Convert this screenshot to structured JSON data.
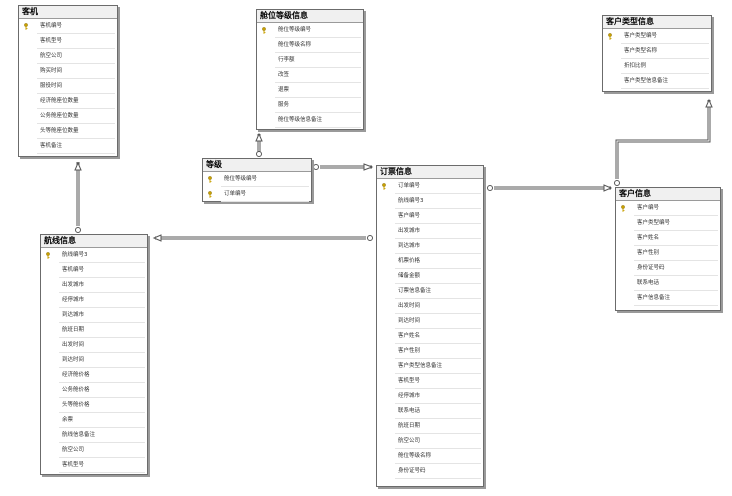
{
  "tables": {
    "kehji": {
      "title": "客机",
      "columns": [
        {
          "name": "客机编号",
          "key": true
        },
        {
          "name": "客机型号",
          "key": false
        },
        {
          "name": "航空公司",
          "key": false
        },
        {
          "name": "购买时间",
          "key": false
        },
        {
          "name": "服役时间",
          "key": false
        },
        {
          "name": "经济舱座位数量",
          "key": false
        },
        {
          "name": "公务舱座位数量",
          "key": false
        },
        {
          "name": "头等舱座位数量",
          "key": false
        },
        {
          "name": "客机备注",
          "key": false
        }
      ]
    },
    "cangwei": {
      "title": "舱位等级信息",
      "columns": [
        {
          "name": "舱位等级编号",
          "key": true
        },
        {
          "name": "舱位等级名称",
          "key": false
        },
        {
          "name": "行李额",
          "key": false
        },
        {
          "name": "改签",
          "key": false
        },
        {
          "name": "退票",
          "key": false
        },
        {
          "name": "服务",
          "key": false
        },
        {
          "name": "舱位等级信息备注",
          "key": false
        }
      ]
    },
    "kehuleixing": {
      "title": "客户类型信息",
      "columns": [
        {
          "name": "客户类型编号",
          "key": true
        },
        {
          "name": "客户类型名称",
          "key": false
        },
        {
          "name": "折扣比例",
          "key": false
        },
        {
          "name": "客户类型信息备注",
          "key": false
        }
      ]
    },
    "dengji": {
      "title": "等级",
      "columns": [
        {
          "name": "舱位等级编号",
          "key": true
        },
        {
          "name": "订单编号",
          "key": true
        }
      ]
    },
    "dingpiao": {
      "title": "订票信息",
      "columns": [
        {
          "name": "订单编号",
          "key": true
        },
        {
          "name": "航线编号3",
          "key": false
        },
        {
          "name": "客户编号",
          "key": false
        },
        {
          "name": "出发城市",
          "key": false
        },
        {
          "name": "到达城市",
          "key": false
        },
        {
          "name": "机票价格",
          "key": false
        },
        {
          "name": "储备金额",
          "key": false
        },
        {
          "name": "订票信息备注",
          "key": false
        },
        {
          "name": "出发时间",
          "key": false
        },
        {
          "name": "到达时间",
          "key": false
        },
        {
          "name": "客户姓名",
          "key": false
        },
        {
          "name": "客户性别",
          "key": false
        },
        {
          "name": "客户类型信息备注",
          "key": false
        },
        {
          "name": "客机型号",
          "key": false
        },
        {
          "name": "经停城市",
          "key": false
        },
        {
          "name": "联系电话",
          "key": false
        },
        {
          "name": "航班日期",
          "key": false
        },
        {
          "name": "航空公司",
          "key": false
        },
        {
          "name": "舱位等级名称",
          "key": false
        },
        {
          "name": "身份证号码",
          "key": false
        }
      ]
    },
    "kehu": {
      "title": "客户信息",
      "columns": [
        {
          "name": "客户编号",
          "key": true
        },
        {
          "name": "客户类型编号",
          "key": false
        },
        {
          "name": "客户姓名",
          "key": false
        },
        {
          "name": "客户性别",
          "key": false
        },
        {
          "name": "身份证号码",
          "key": false
        },
        {
          "name": "联系电话",
          "key": false
        },
        {
          "name": "客户信息备注",
          "key": false
        }
      ]
    },
    "hangxian": {
      "title": "航线信息",
      "columns": [
        {
          "name": "航线编号3",
          "key": true
        },
        {
          "name": "客机编号",
          "key": false
        },
        {
          "name": "出发城市",
          "key": false
        },
        {
          "name": "经停城市",
          "key": false
        },
        {
          "name": "到达城市",
          "key": false
        },
        {
          "name": "航班日期",
          "key": false
        },
        {
          "name": "出发时间",
          "key": false
        },
        {
          "name": "到达时间",
          "key": false
        },
        {
          "name": "经济舱价格",
          "key": false
        },
        {
          "name": "公务舱价格",
          "key": false
        },
        {
          "name": "头等舱价格",
          "key": false
        },
        {
          "name": "余票",
          "key": false
        },
        {
          "name": "航线信息备注",
          "key": false
        },
        {
          "name": "航空公司",
          "key": false
        },
        {
          "name": "客机型号",
          "key": false
        }
      ]
    }
  },
  "colors": {
    "border": "#6b6b6b",
    "line": "#555555",
    "key": "#c8a000",
    "header_bg": "#f0f0f0"
  }
}
